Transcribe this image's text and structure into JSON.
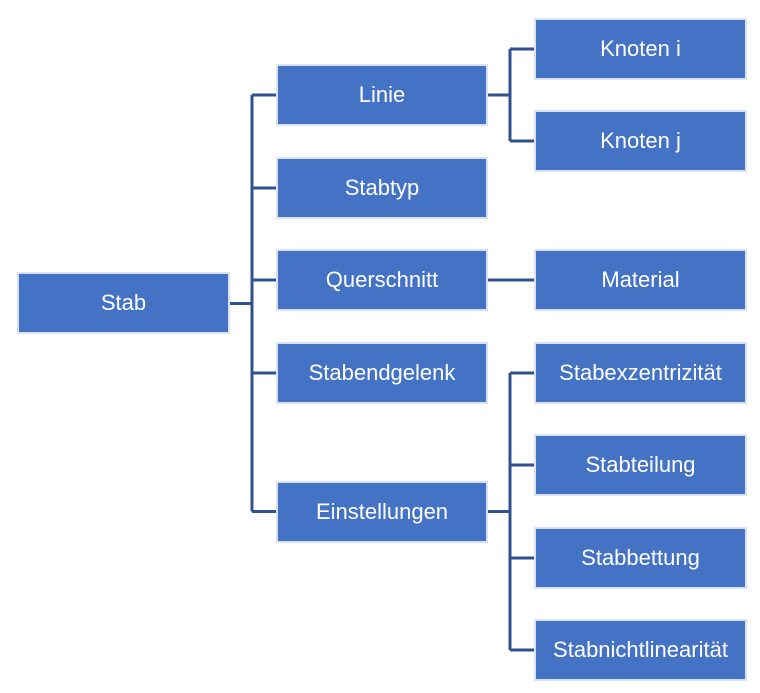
{
  "diagram": {
    "type": "hierarchy",
    "direction": "left-to-right",
    "colors": {
      "background": "#FFFFFF",
      "box_fill": "#4472C4",
      "box_border": "#D9E2F3",
      "box_text": "#FFFFFF",
      "connector": "#2F528F"
    },
    "tree": {
      "root": {
        "label": "Stab",
        "children": [
          {
            "label": "Linie",
            "children": [
              {
                "label": "Knoten i"
              },
              {
                "label": "Knoten j"
              }
            ]
          },
          {
            "label": "Stabtyp"
          },
          {
            "label": "Querschnitt",
            "children": [
              {
                "label": "Material"
              }
            ]
          },
          {
            "label": "Stabendgelenk"
          },
          {
            "label": "Einstellungen",
            "children": [
              {
                "label": "Stabexzentrizität"
              },
              {
                "label": "Stabteilung"
              },
              {
                "label": "Stabbettung"
              },
              {
                "label": "Stabnichtlinearität"
              }
            ]
          }
        ]
      }
    }
  }
}
